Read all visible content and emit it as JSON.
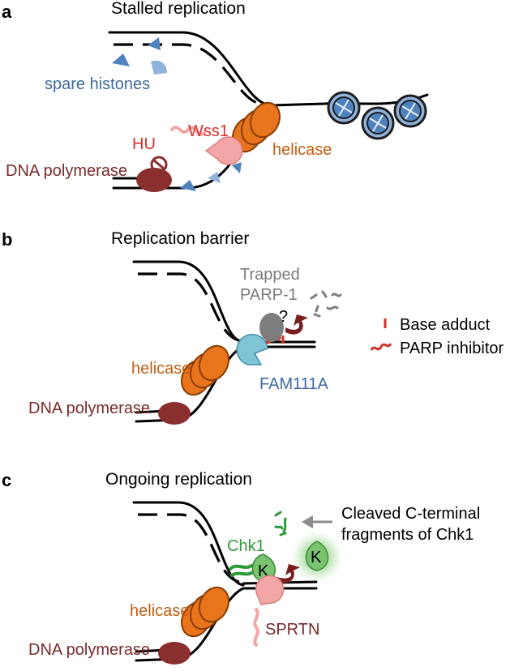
{
  "colors": {
    "polymerase": "#8a2e2e",
    "helicase": "#e8741c",
    "histone": "#4f83bf",
    "wss1": "#f4a6a6",
    "fam111a": "#7fc4d6",
    "parp1": "#7d7d7d",
    "chk1": "#7ac270",
    "label_red": "#d6312a",
    "label_orange": "#c25d10",
    "label_blue": "#3d6a9e",
    "label_green": "#2f9a3b",
    "label_gray": "#7a7a7a",
    "label_darkred": "#7a2a2a"
  },
  "panels": [
    {
      "letter": "a",
      "title": "Stalled replication",
      "labels": {
        "spare_histones": "spare histones",
        "wss1": "Wss1",
        "hu": "HU",
        "helicase": "helicase",
        "polymerase": "DNA polymerase"
      }
    },
    {
      "letter": "b",
      "title": "Replication barrier",
      "labels": {
        "trapped": "Trapped",
        "parp1": "PARP-1",
        "question": "?",
        "helicase": "helicase",
        "fam111a": "FAM111A",
        "polymerase": "DNA polymerase"
      },
      "legend": [
        {
          "icon": "base-adduct",
          "label": "Base adduct"
        },
        {
          "icon": "parp-inhibitor",
          "label": "PARP inhibitor"
        }
      ]
    },
    {
      "letter": "c",
      "title": "Ongoing replication",
      "labels": {
        "chk1": "Chk1",
        "k1": "K",
        "k2": "K",
        "helicase": "helicase",
        "sprtn": "SPRTN",
        "polymerase": "DNA polymerase",
        "cleaved_line1": "Cleaved C-terminal",
        "cleaved_line2": "fragments of Chk1"
      }
    }
  ]
}
